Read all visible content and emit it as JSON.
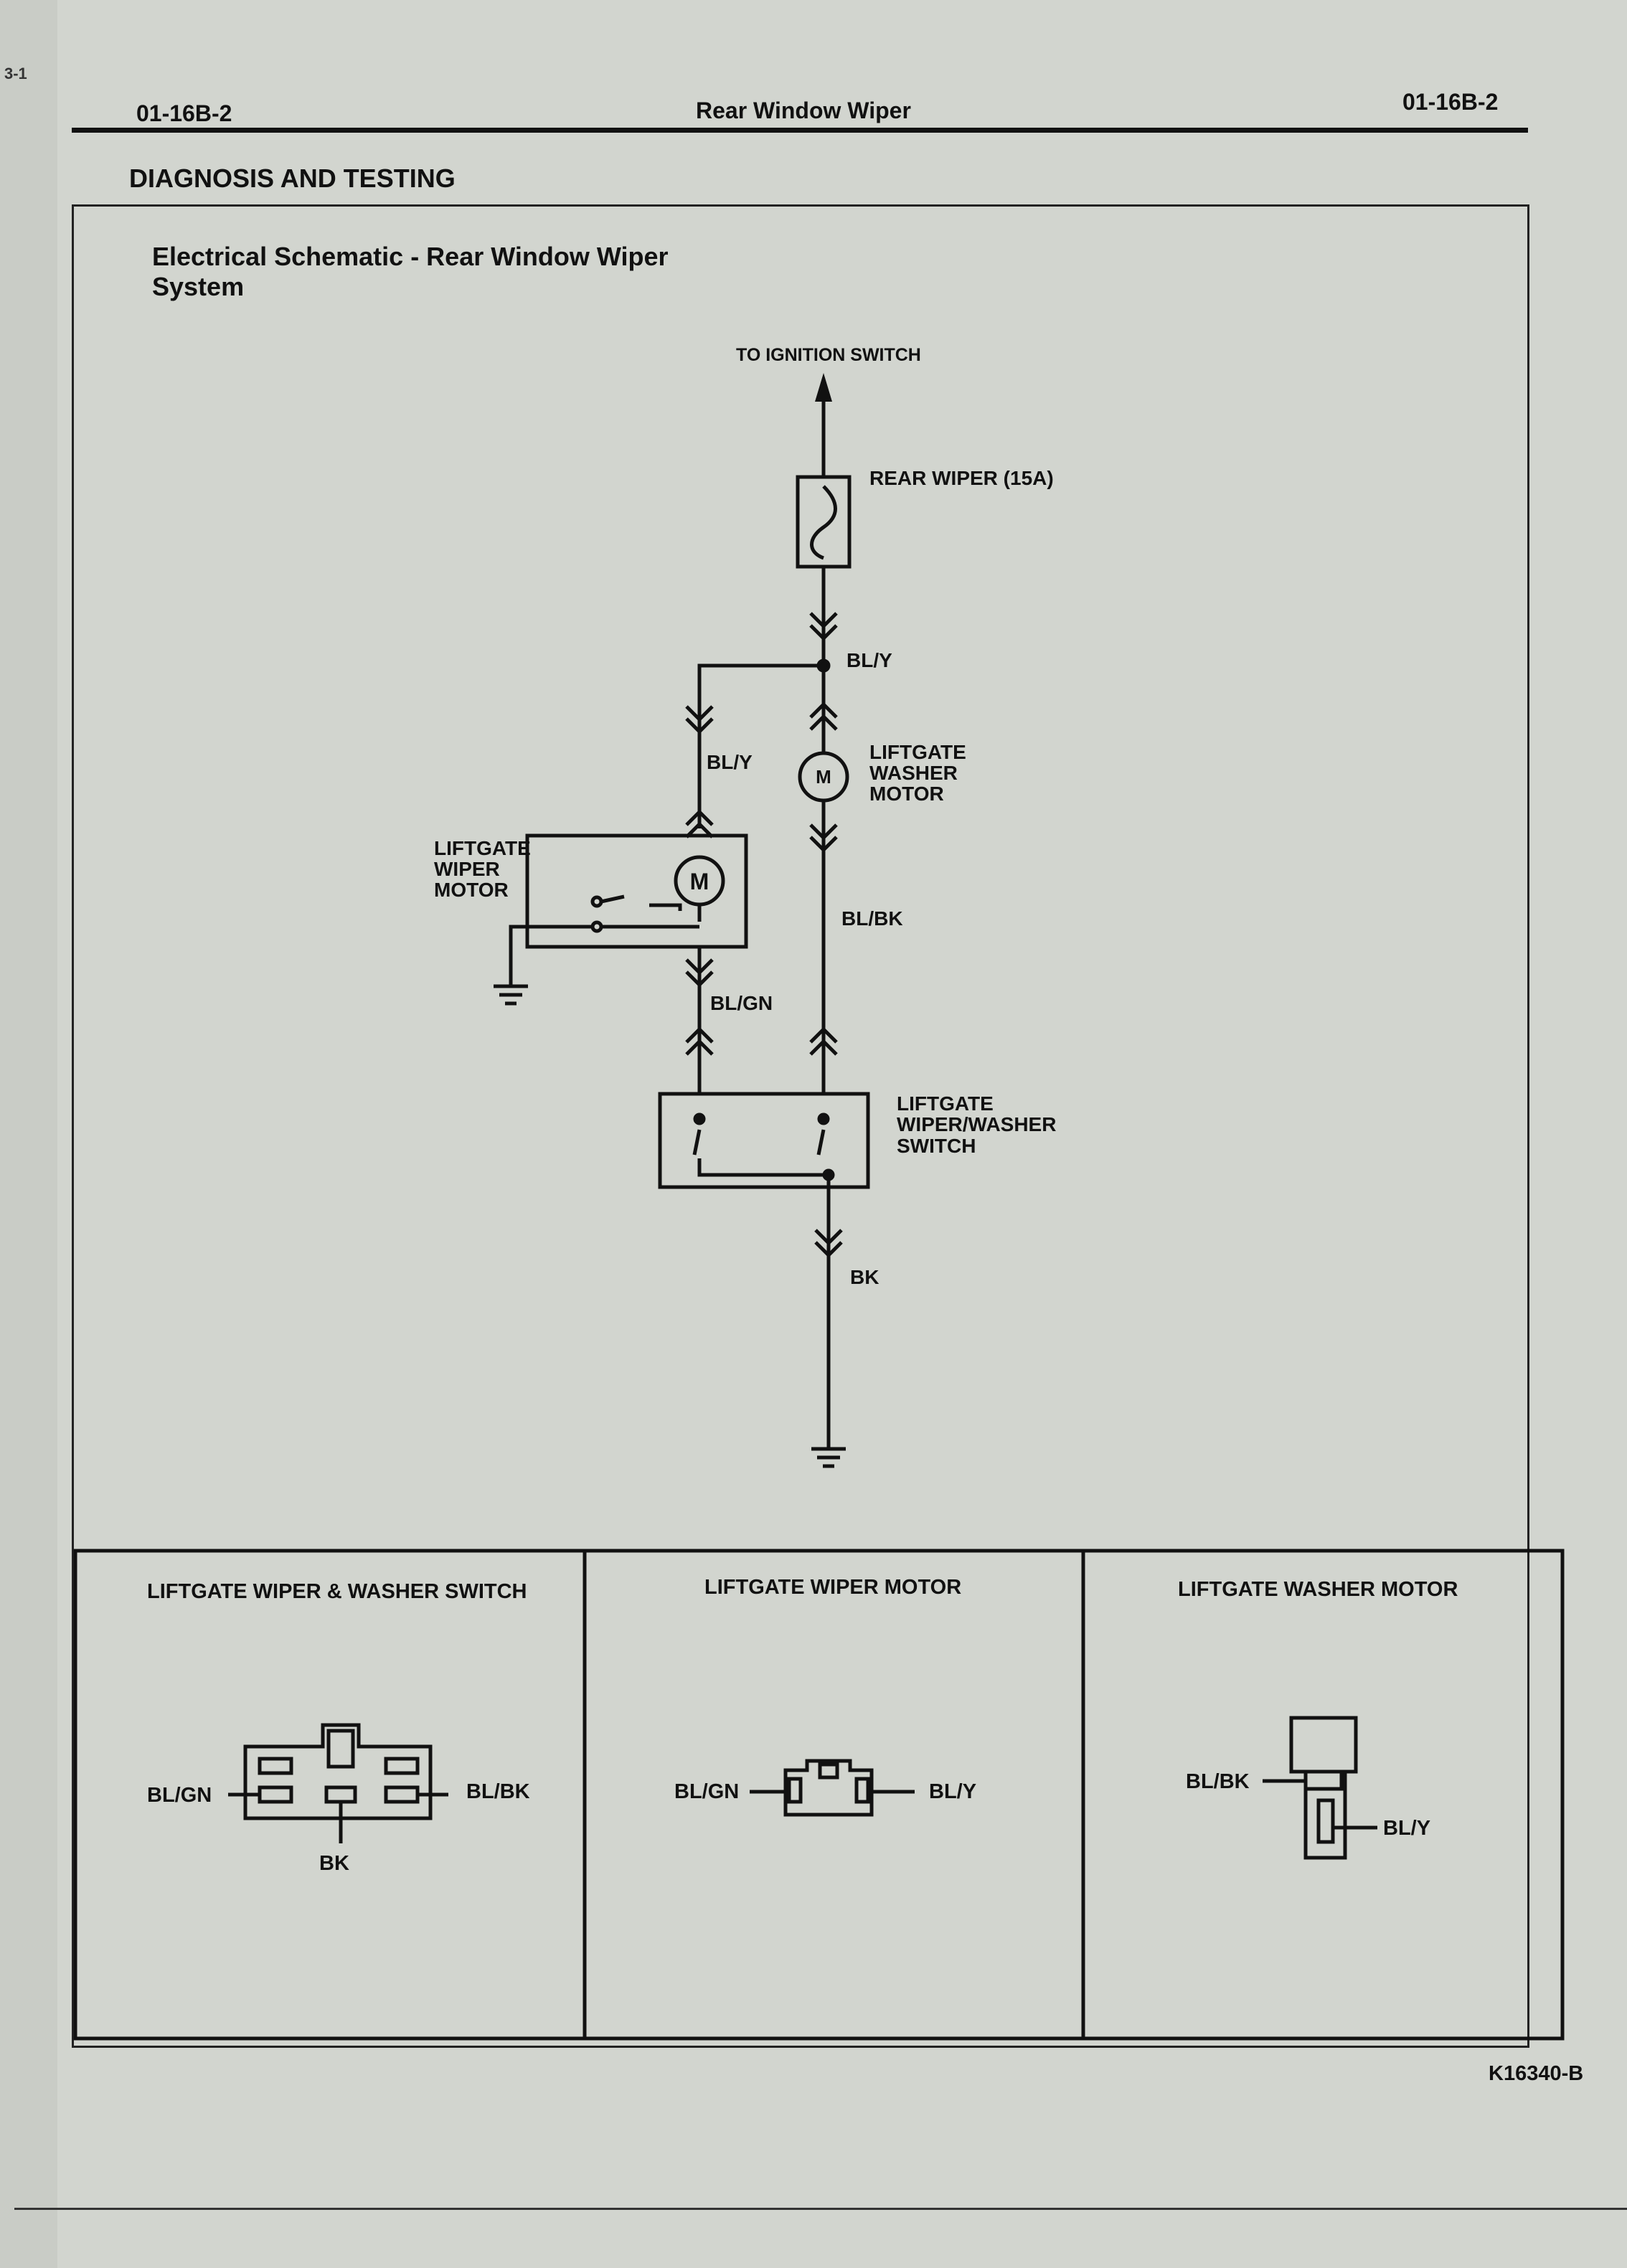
{
  "header": {
    "left": "01-16B-2",
    "center": "Rear Window Wiper",
    "right": "01-16B-2"
  },
  "section_title": "DIAGNOSIS AND TESTING",
  "schematic": {
    "title_line1": "Electrical Schematic - Rear Window Wiper",
    "title_line2": "System",
    "to_ignition": "TO IGNITION SWITCH",
    "fuse": "REAR WIPER (15A)",
    "wire_bly_top": "BL/Y",
    "wire_bly_left": "BL/Y",
    "washer_motor_l1": "LIFTGATE",
    "washer_motor_l2": "WASHER",
    "washer_motor_l3": "MOTOR",
    "wiper_motor_l1": "LIFTGATE",
    "wiper_motor_l2": "WIPER",
    "wiper_motor_l3": "MOTOR",
    "motor_symbol": "M",
    "wire_blbk": "BL/BK",
    "wire_blgn": "BL/GN",
    "switch_l1": "LIFTGATE",
    "switch_l2": "WIPER/WASHER",
    "switch_l3": "SWITCH",
    "wire_bk": "BK"
  },
  "connectors": [
    {
      "title": "LIFTGATE WIPER & WASHER SWITCH",
      "left_label": "BL/GN",
      "right_label": "BL/BK",
      "bottom_label": "BK"
    },
    {
      "title": "LIFTGATE WIPER MOTOR",
      "left_label": "BL/GN",
      "right_label": "BL/Y"
    },
    {
      "title": "LIFTGATE WASHER MOTOR",
      "left_label": "BL/BK",
      "right_label": "BL/Y"
    }
  ],
  "figure_id": "K16340-B",
  "colors": {
    "paper": "#d2d5cf",
    "ink": "#111111"
  }
}
